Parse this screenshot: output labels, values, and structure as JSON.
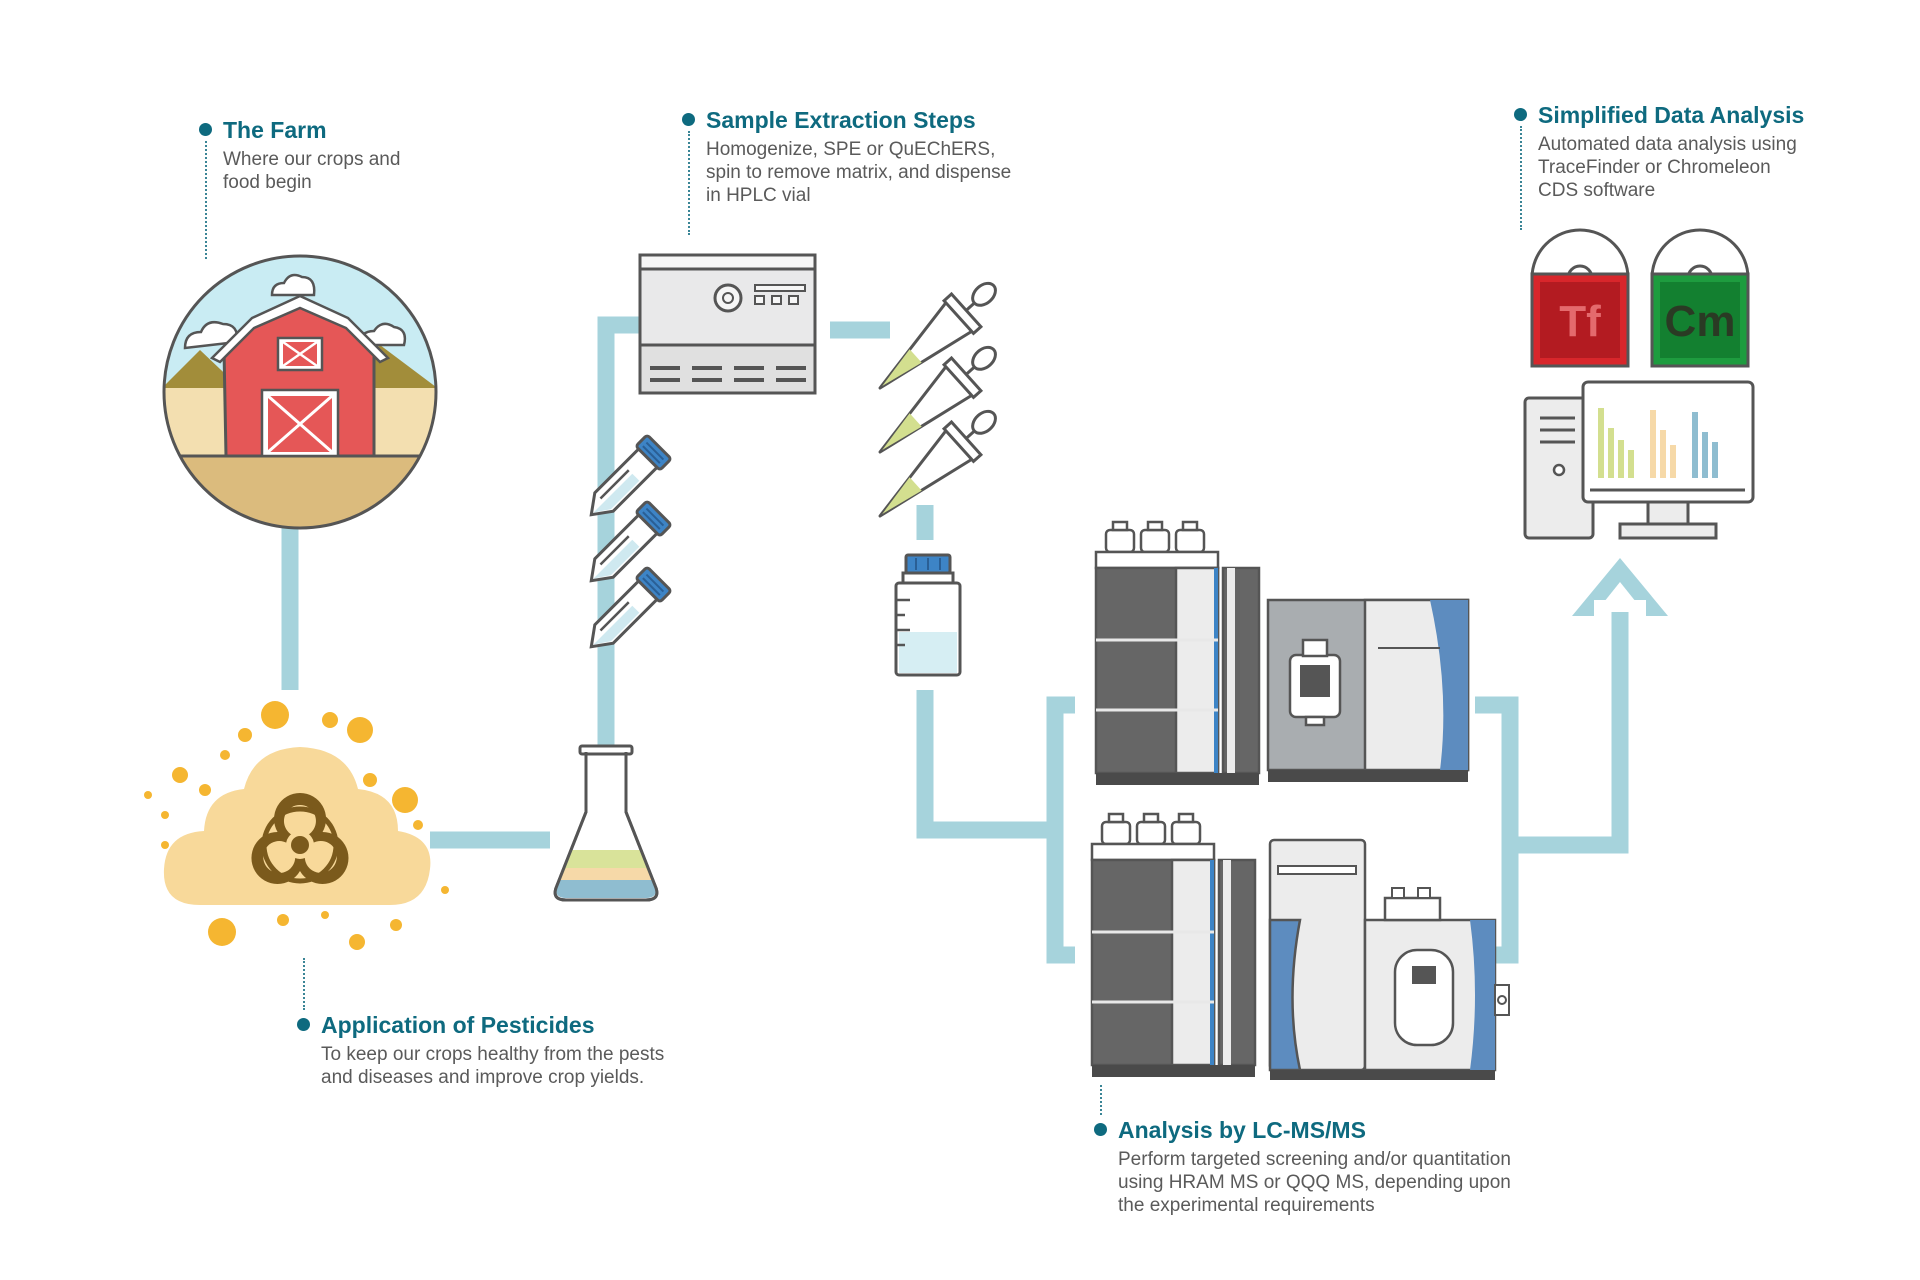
{
  "steps": {
    "farm": {
      "title": "The Farm",
      "lines": [
        "Where our crops and",
        "food begin"
      ]
    },
    "pesticides": {
      "title": "Application of Pesticides",
      "lines": [
        "To keep our crops healthy from the pests",
        "and diseases and improve crop yields."
      ]
    },
    "extraction": {
      "title": "Sample Extraction Steps",
      "lines": [
        "Homogenize, SPE or QuEChERS,",
        "spin to remove matrix, and dispense",
        "in HPLC vial"
      ]
    },
    "analysis": {
      "title": "Analysis by LC-MS/MS",
      "lines": [
        "Perform targeted screening and/or quantitation",
        "using HRAM MS or QQQ MS, depending upon",
        "the experimental requirements"
      ]
    },
    "data": {
      "title": "Simplified Data Analysis",
      "lines": [
        "Automated data analysis using",
        "TraceFinder or Chromeleon",
        "CDS software"
      ]
    }
  },
  "software": {
    "tracefinder_letters": "Tf",
    "chromeleon_letters": "Cm"
  },
  "icons": [
    "farm-icon",
    "biohazard-cloud-icon",
    "flask-icon",
    "tube-icon",
    "centrifuge-icon",
    "pipette-icon",
    "vial-icon",
    "lc-ms-instrument-icon",
    "disc-icon",
    "computer-icon",
    "arrow-up-icon"
  ],
  "colors": {
    "title": "#0e6a7f",
    "body": "#5a5a5a",
    "connector": "#a6d3dc",
    "red_disc": "#d8262b",
    "green_disc": "#1e9c3f"
  }
}
